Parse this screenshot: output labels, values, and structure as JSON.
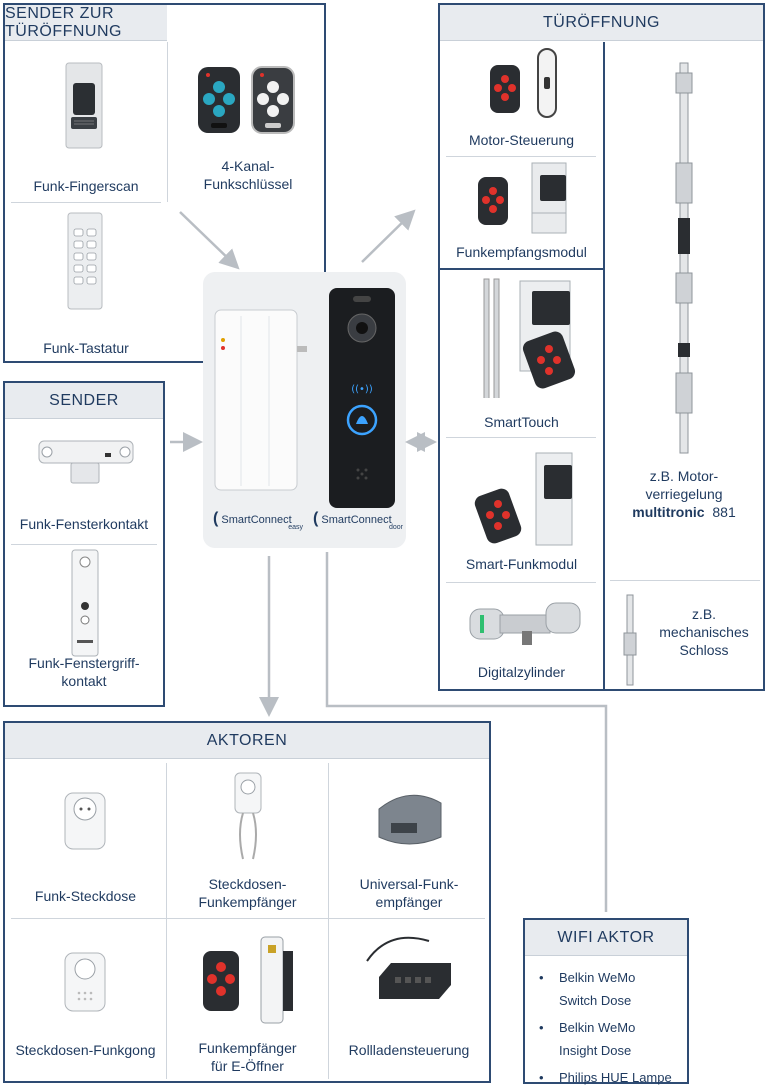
{
  "sender_tuer": {
    "title": "SENDER ZUR TÜRÖFFNUNG",
    "items": [
      "Funk-Fingerscan",
      "4-Kanal-\nFunkschlüssel",
      "Funk-Tastatur"
    ]
  },
  "sender": {
    "title": "SENDER",
    "items": [
      "Funk-Fensterkontakt",
      "Funk-Fenstergriff-\nkontakt"
    ]
  },
  "tueroeffnung": {
    "title": "TÜRÖFFNUNG",
    "items": [
      "Motor-Steuerung",
      "Funkempfangsmodul",
      "SmartTouch",
      "Smart-Funkmodul",
      "Digitalzylinder"
    ],
    "lock1_line1": "z.B. Motor-",
    "lock1_line2": "verriegelung",
    "lock1_bold": "multitronic",
    "lock1_num": "881",
    "lock2": "z.B.\nmechanisches\nSchloss"
  },
  "center": {
    "easy_brand": "SmartConnect",
    "easy_sub": "easy",
    "door_brand": "SmartConnect",
    "door_sub": "door"
  },
  "aktoren": {
    "title": "AKTOREN",
    "items": [
      "Funk-Steckdose",
      "Steckdosen-\nFunkempfänger",
      "Universal-Funk-\nempfänger",
      "Steckdosen-Funkgong",
      "Funkempfänger\nfür E-Öffner",
      "Rollladensteuerung"
    ]
  },
  "wifi": {
    "title": "WIFI AKTOR",
    "items": [
      "Belkin WeMo\nSwitch Dose",
      "Belkin WeMo\nInsight Dose",
      "Philips HUE Lampe"
    ]
  },
  "colors": {
    "frame": "#2e4b73",
    "header_bg": "#e8ebef",
    "text": "#1f3a5f",
    "remote_red": "#e0322b",
    "remote_teal": "#2aa7c1",
    "arrow": "#b9bec4"
  }
}
